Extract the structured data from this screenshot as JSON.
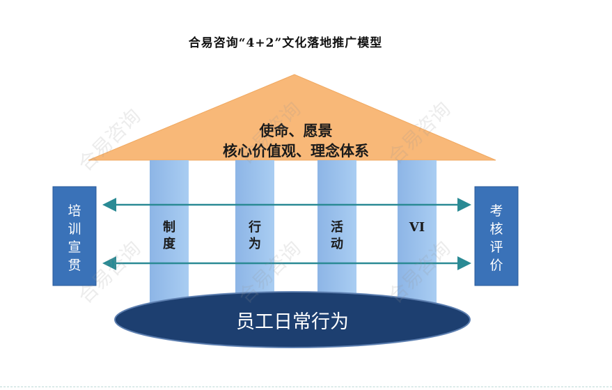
{
  "title": "合易咨询“4+2”文化落地推广模型",
  "roof": {
    "line1": "使命、愿景",
    "line2": "核心价值观、理念体系"
  },
  "pillars": [
    {
      "label": "制\n度"
    },
    {
      "label": "行\n为"
    },
    {
      "label": "活\n动"
    },
    {
      "label": "VI"
    }
  ],
  "left_box": {
    "label": "培\n训\n宣\n贯"
  },
  "right_box": {
    "label": "考\n核\n评\n价"
  },
  "foundation": {
    "label": "员工日常行为"
  },
  "watermark": "合易咨询",
  "colors": {
    "roof": "#f8b878",
    "pillar": "#9ec3ee",
    "side_box": "#3a72b8",
    "arrow": "#2a8a94",
    "foundation": "#1d3f70"
  }
}
